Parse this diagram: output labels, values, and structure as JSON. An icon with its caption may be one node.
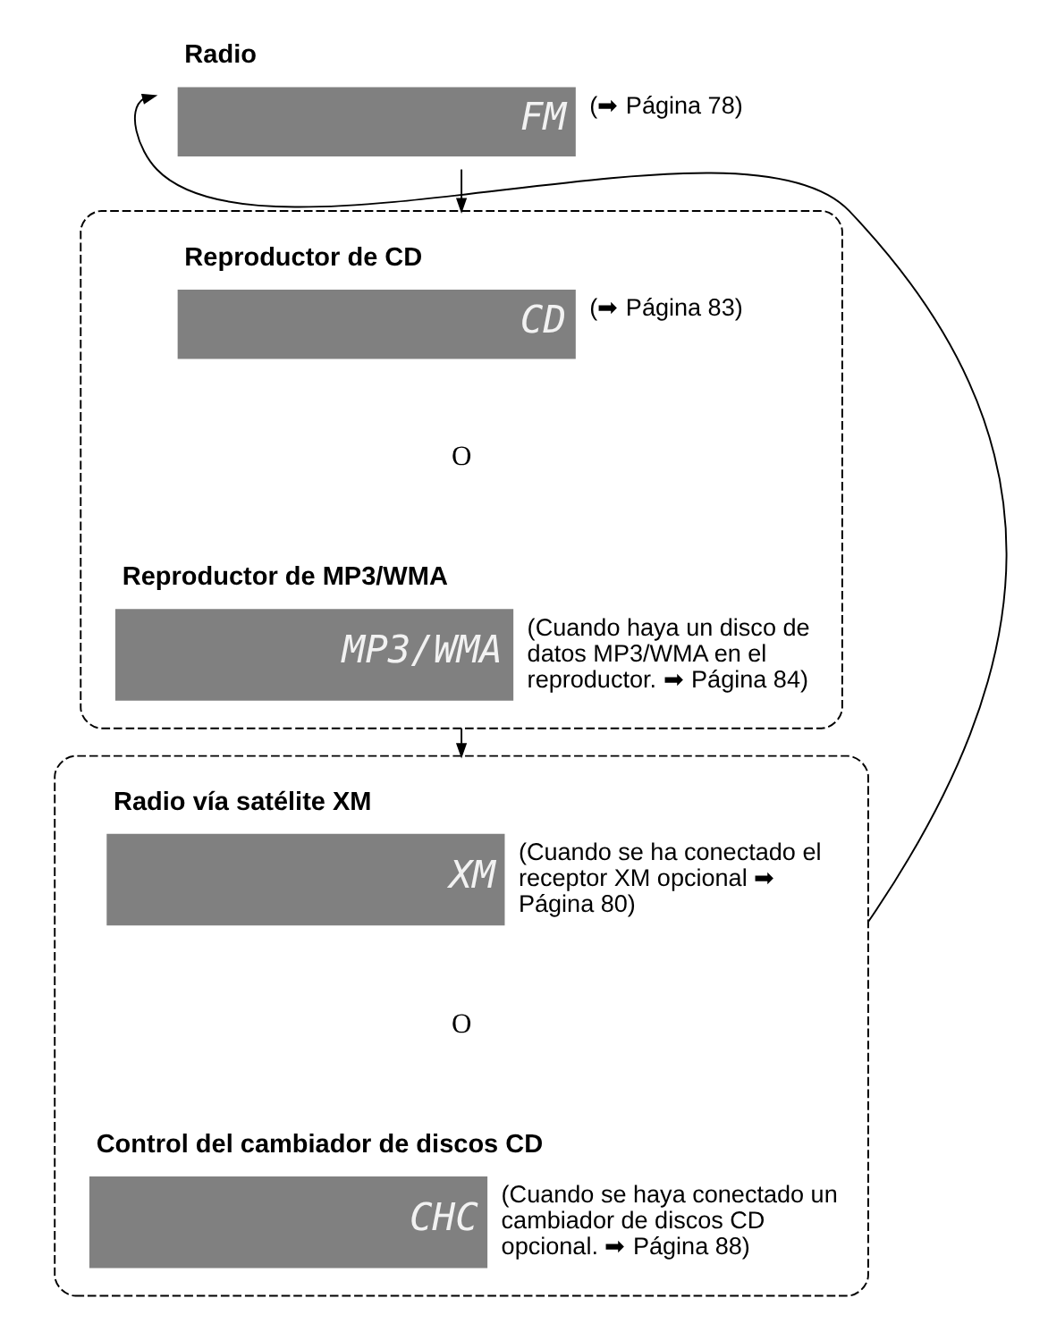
{
  "diagram": {
    "nodes": [
      {
        "text": [
          "Radio",
          "FM"
        ],
        "beside": [
          "(➡ Página 78)"
        ]
      },
      {
        "text": [],
        "shape": "box"
      },
      {
        "text": [
          "Reproductor de CD",
          "CD"
        ],
        "in": 1,
        "beside": [
          "(➡ Página 83)"
        ]
      },
      {
        "text": [
          "Reproductor de MP3/WMA",
          "MP3/WMA"
        ],
        "in": 1,
        "beside": [
          "(Cuando haya un disco de datos MP3/WMA en el reproductor. ➡ Página 84)"
        ]
      },
      {
        "text": [],
        "shape": "box"
      },
      {
        "text": [
          "Radio vía satélite XM",
          "XM"
        ],
        "in": 4,
        "beside": [
          "(Cuando se ha conectado el receptor XM opcional ➡ Página 80)"
        ]
      },
      {
        "text": [
          "Control del cambiador de discos CD",
          "CHC"
        ],
        "in": 4,
        "beside": [
          "(Cuando se haya conectado un cambiador de discos CD opcional. ➡ Página 88)"
        ]
      }
    ],
    "edges": [
      {
        "from": 0,
        "to": 1,
        "arrow": "to"
      },
      {
        "from": 1,
        "to": 4,
        "arrow": "to"
      },
      {
        "from": 4,
        "to": 0,
        "arrow": "to"
      }
    ],
    "labels": [
      "O",
      "O"
    ]
  }
}
